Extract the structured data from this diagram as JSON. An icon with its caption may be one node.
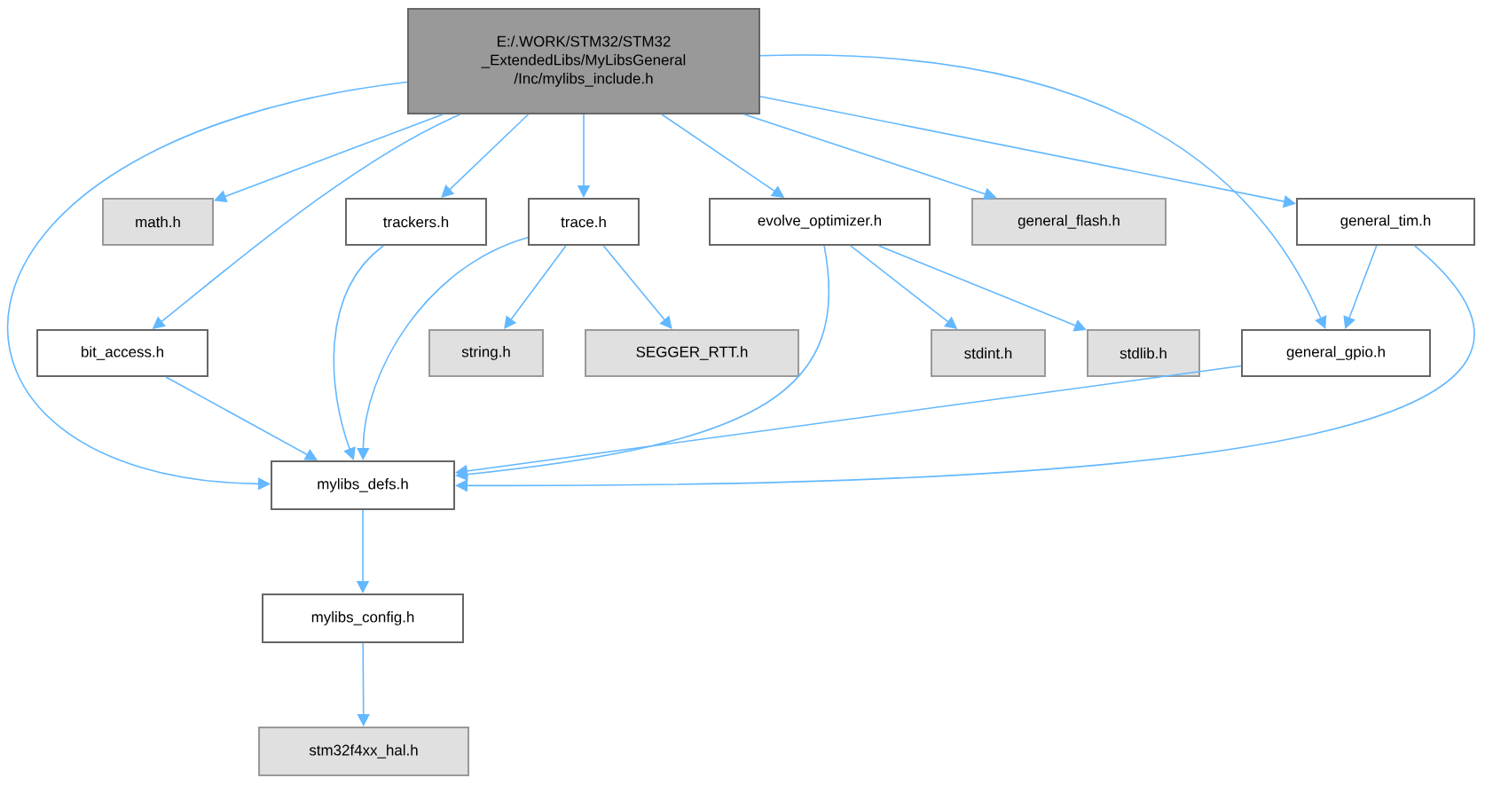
{
  "diagram": {
    "nodes": [
      {
        "text": [
          "E:/.WORK/STM32/STM32 _ExtendedLibs/MyLibsGeneral /Inc/mylibs_include.h"
        ]
      },
      {
        "text": [
          "math.h"
        ]
      },
      {
        "text": [
          "trackers.h"
        ]
      },
      {
        "text": [
          "trace.h"
        ]
      },
      {
        "text": [
          "evolve_optimizer.h"
        ]
      },
      {
        "text": [
          "general_flash.h"
        ]
      },
      {
        "text": [
          "general_tim.h"
        ]
      },
      {
        "text": [
          "bit_access.h"
        ]
      },
      {
        "text": [
          "string.h"
        ]
      },
      {
        "text": [
          "SEGGER_RTT.h"
        ]
      },
      {
        "text": [
          "stdint.h"
        ]
      },
      {
        "text": [
          "stdlib.h"
        ]
      },
      {
        "text": [
          "general_gpio.h"
        ]
      },
      {
        "text": [
          "mylibs_defs.h"
        ]
      },
      {
        "text": [
          "mylibs_config.h"
        ]
      },
      {
        "text": [
          "stm32f4xx_hal.h"
        ]
      }
    ],
    "edges": [
      {
        "from": 0,
        "to": 13,
        "arrow": "to"
      },
      {
        "from": 0,
        "to": 1,
        "arrow": "to"
      },
      {
        "from": 0,
        "to": 7,
        "arrow": "to"
      },
      {
        "from": 0,
        "to": 2,
        "arrow": "to"
      },
      {
        "from": 0,
        "to": 3,
        "arrow": "to"
      },
      {
        "from": 0,
        "to": 4,
        "arrow": "to"
      },
      {
        "from": 0,
        "to": 5,
        "arrow": "to"
      },
      {
        "from": 0,
        "to": 6,
        "arrow": "to"
      },
      {
        "from": 0,
        "to": 12,
        "arrow": "to"
      },
      {
        "from": 2,
        "to": 13,
        "arrow": "to"
      },
      {
        "from": 3,
        "to": 13,
        "arrow": "to"
      },
      {
        "from": 3,
        "to": 8,
        "arrow": "to"
      },
      {
        "from": 3,
        "to": 9,
        "arrow": "to"
      },
      {
        "from": 4,
        "to": 13,
        "arrow": "to"
      },
      {
        "from": 4,
        "to": 10,
        "arrow": "to"
      },
      {
        "from": 4,
        "to": 11,
        "arrow": "to"
      },
      {
        "from": 6,
        "to": 12,
        "arrow": "to"
      },
      {
        "from": 6,
        "to": 13,
        "arrow": "to"
      },
      {
        "from": 7,
        "to": 13,
        "arrow": "to"
      },
      {
        "from": 12,
        "to": 13,
        "arrow": "to"
      },
      {
        "from": 13,
        "to": 14,
        "arrow": "to"
      },
      {
        "from": 14,
        "to": 15,
        "arrow": "to"
      }
    ]
  }
}
